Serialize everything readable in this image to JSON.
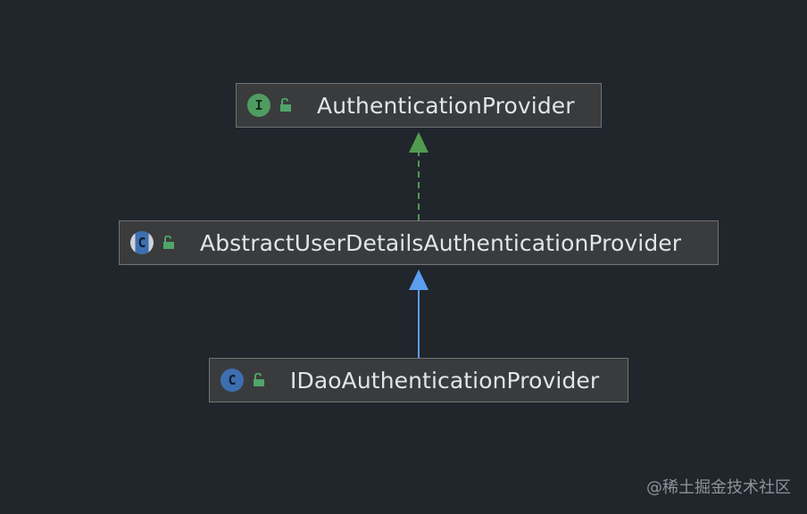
{
  "diagram": {
    "nodes": [
      {
        "id": "node-ap",
        "kind": "interface",
        "badge": "I",
        "name": "AuthenticationProvider"
      },
      {
        "id": "node-audap",
        "kind": "abstract-class",
        "badge": "C",
        "name": "AbstractUserDetailsAuthenticationProvider"
      },
      {
        "id": "node-idao",
        "kind": "class",
        "badge": "C",
        "name": "IDaoAuthenticationProvider"
      }
    ],
    "edges": [
      {
        "from": "AbstractUserDetailsAuthenticationProvider",
        "to": "AuthenticationProvider",
        "type": "implements",
        "style": "dashed",
        "color": "#4f9c4f"
      },
      {
        "from": "IDaoAuthenticationProvider",
        "to": "AbstractUserDetailsAuthenticationProvider",
        "type": "extends",
        "style": "solid",
        "color": "#5b9ef0"
      }
    ]
  },
  "colors": {
    "background": "#21252c",
    "node_fill": "#3a3b3c",
    "node_border": "#6f7378",
    "text": "#e2e4e6",
    "interface_badge": "#4f9c62",
    "class_badge": "#3d6fb0",
    "access_icon": "#4fa56a"
  },
  "watermark": "@稀土掘金技术社区"
}
